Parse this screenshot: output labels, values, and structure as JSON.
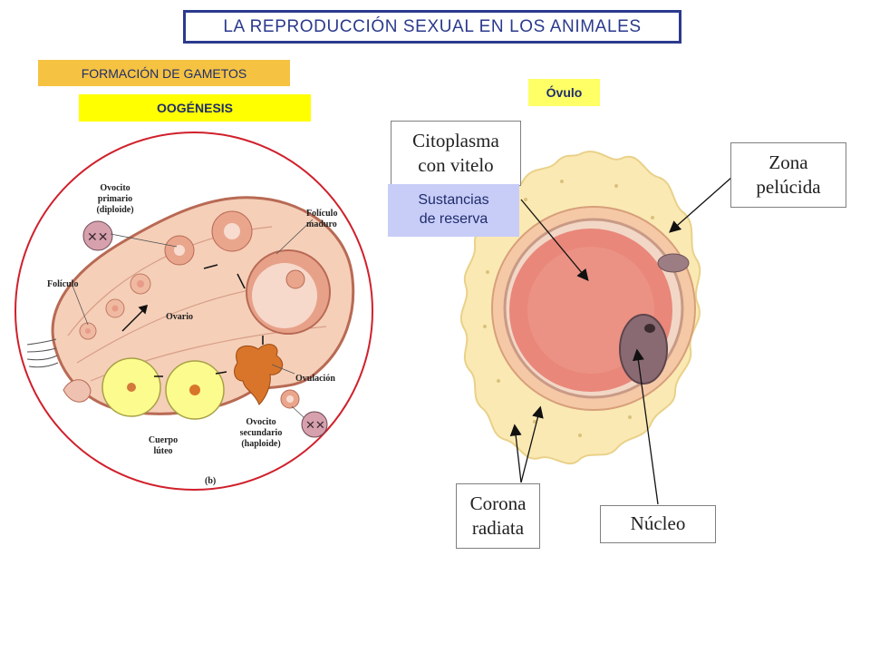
{
  "title": "LA REPRODUCCIÓN SEXUAL EN LOS ANIMALES",
  "tags": {
    "formacion": "FORMACIÓN DE GAMETOS",
    "oogenesis": "OOGÉNESIS",
    "ovulo": "Óvulo"
  },
  "ovary_diagram": {
    "labels": {
      "ovocito_primario_1": "Ovocito",
      "ovocito_primario_2": "primario",
      "ovocito_primario_3": "(diploide)",
      "foliculo_maduro_1": "Folículo",
      "foliculo_maduro_2": "maduro",
      "foliculo": "Folículo",
      "ovario": "Ovario",
      "ovulacion": "Ovulación",
      "ovocito_secundario_1": "Ovocito",
      "ovocito_secundario_2": "secundario",
      "ovocito_secundario_3": "(haploide)",
      "cuerpo_luteo_1": "Cuerpo",
      "cuerpo_luteo_2": "lúteo",
      "figure_letter": "(b)"
    }
  },
  "ovum_diagram": {
    "labels": {
      "citoplasma": "Citoplasma\ncon vitelo",
      "sustancias": "Sustancias\nde reserva",
      "zona": "Zona\npelúcida",
      "corona": "Corona\nradiata",
      "nucleo": "Núcleo"
    }
  },
  "colors": {
    "title_border": "#2b3a8c",
    "tag_orange": "#f5c242",
    "tag_yellow": "#ffff00",
    "tag_ovulo": "#ffff66",
    "sustancias_bg": "#c8cdf8",
    "ovary_circle": "#d0202c"
  }
}
